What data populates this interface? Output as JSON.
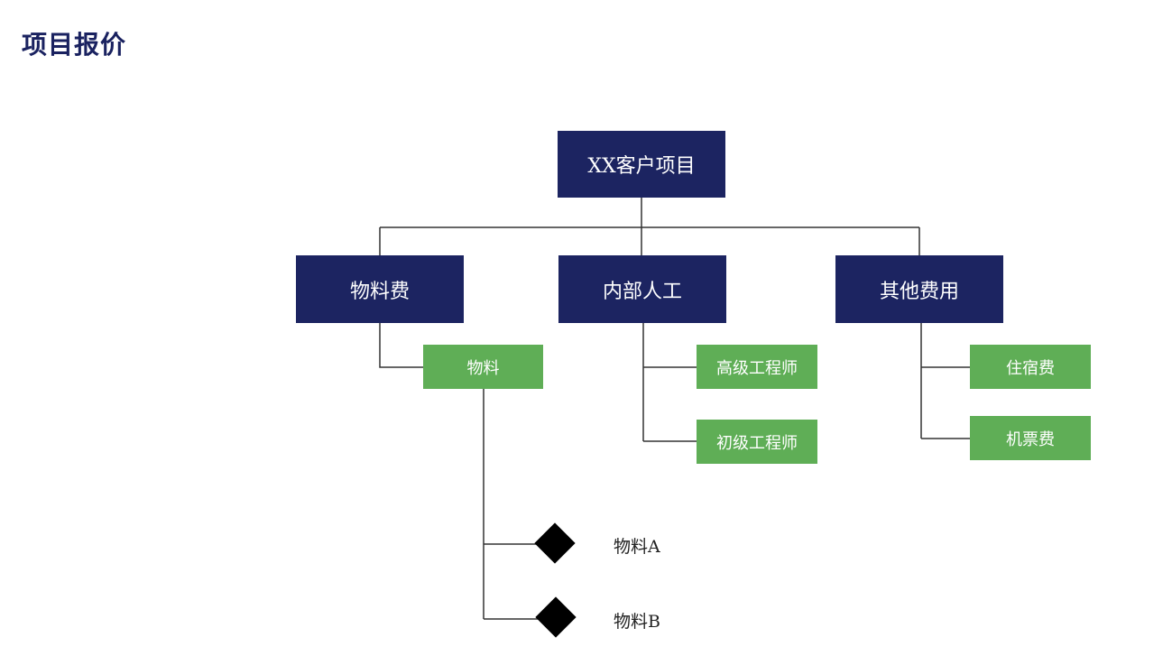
{
  "page": {
    "title": "项目报价"
  },
  "diagram": {
    "root": "XX客户项目",
    "categories": [
      {
        "label": "物料费",
        "children": [
          {
            "label": "物料",
            "children": [
              "物料A",
              "物料B"
            ]
          }
        ]
      },
      {
        "label": "内部人工",
        "children": [
          {
            "label": "高级工程师"
          },
          {
            "label": "初级工程师"
          }
        ]
      },
      {
        "label": "其他费用",
        "children": [
          {
            "label": "住宿费"
          },
          {
            "label": "机票费"
          }
        ]
      }
    ],
    "colors": {
      "dark_box": "#1c2461",
      "green_box": "#5fae56",
      "connector": "#333333",
      "diamond": "#000000"
    }
  }
}
